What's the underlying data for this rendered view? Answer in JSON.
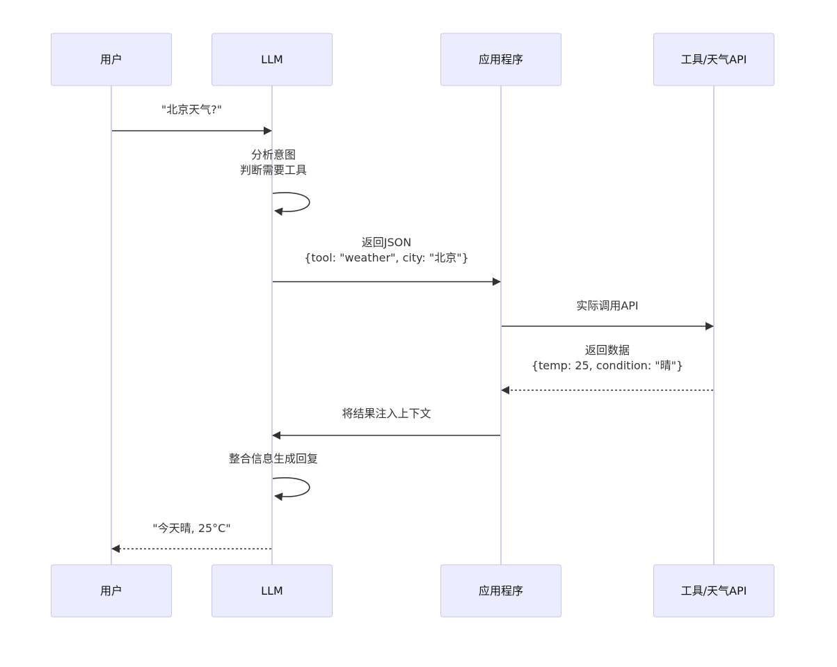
{
  "participants": [
    {
      "id": "user",
      "label": "用户"
    },
    {
      "id": "llm",
      "label": "LLM"
    },
    {
      "id": "app",
      "label": "应用程序"
    },
    {
      "id": "tool",
      "label": "工具/天气API"
    }
  ],
  "messages": [
    {
      "from": "user",
      "to": "llm",
      "style": "solid",
      "lines": [
        "\"北京天气?\""
      ]
    },
    {
      "from": "llm",
      "to": "llm",
      "style": "solid",
      "lines": [
        "分析意图",
        "判断需要工具"
      ]
    },
    {
      "from": "llm",
      "to": "app",
      "style": "solid",
      "lines": [
        "返回JSON",
        "{tool: \"weather\", city: \"北京\"}"
      ]
    },
    {
      "from": "app",
      "to": "tool",
      "style": "solid",
      "lines": [
        "实际调用API"
      ]
    },
    {
      "from": "tool",
      "to": "app",
      "style": "dashed",
      "lines": [
        "返回数据",
        "{temp: 25, condition: \"晴\"}"
      ]
    },
    {
      "from": "app",
      "to": "llm",
      "style": "solid",
      "lines": [
        "将结果注入上下文"
      ]
    },
    {
      "from": "llm",
      "to": "llm",
      "style": "solid",
      "lines": [
        "整合信息生成回复"
      ]
    },
    {
      "from": "llm",
      "to": "user",
      "style": "dashed",
      "lines": [
        "\"今天晴, 25°C\""
      ]
    }
  ],
  "colors": {
    "actor_fill": "#ececff",
    "actor_stroke": "#c8c6ef",
    "lifeline": "#cfcdf0",
    "line": "#333333"
  }
}
